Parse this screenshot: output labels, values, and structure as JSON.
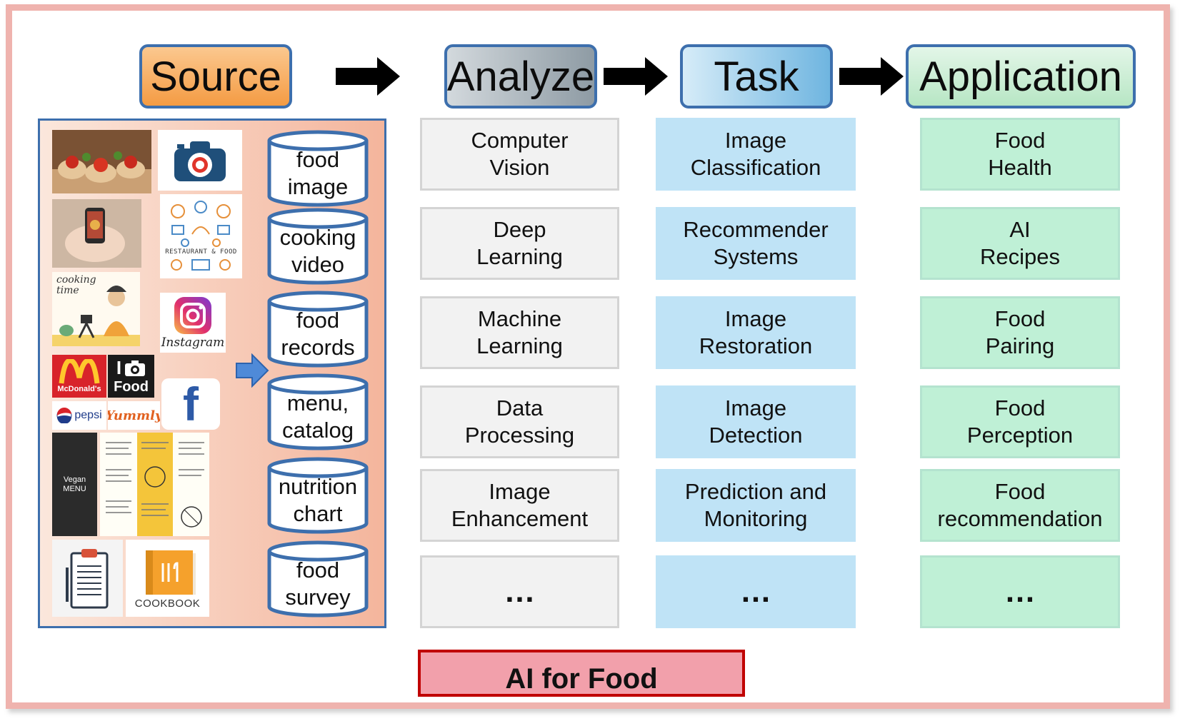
{
  "headers": {
    "source": "Source",
    "analyze": "Analyze",
    "task": "Task",
    "application": "Application"
  },
  "sources": [
    {
      "label": "food\nimage"
    },
    {
      "label": "cooking\nvideo"
    },
    {
      "label": "food\nrecords"
    },
    {
      "label": "menu,\ncatalog"
    },
    {
      "label": "nutrition\nchart"
    },
    {
      "label": "food\nsurvey"
    }
  ],
  "analyze": [
    {
      "label": "Computer\nVision"
    },
    {
      "label": "Deep\nLearning"
    },
    {
      "label": "Machine\nLearning"
    },
    {
      "label": "Data\nProcessing"
    },
    {
      "label": "Image\nEnhancement"
    },
    {
      "label": "…"
    }
  ],
  "task": [
    {
      "label": "Image\nClassification"
    },
    {
      "label": "Recommender\nSystems"
    },
    {
      "label": "Image\nRestoration"
    },
    {
      "label": "Image\nDetection"
    },
    {
      "label": "Prediction and\nMonitoring"
    },
    {
      "label": "…"
    }
  ],
  "application": [
    {
      "label": "Food\nHealth"
    },
    {
      "label": "AI\nRecipes"
    },
    {
      "label": "Food\nPairing"
    },
    {
      "label": "Food\nPerception"
    },
    {
      "label": "Food\nrecommendation"
    },
    {
      "label": "…"
    }
  ],
  "banner": "AI for Food",
  "logos": {
    "restaurant": "RESTAURANT & FOOD",
    "cooking_time": "cooking time",
    "instagram": "Instagram",
    "mcdonalds": "McDonald's",
    "ifood_top": "I",
    "ifood_bottom": "Food",
    "pepsi": "pepsi",
    "yummly": "Yummly",
    "facebook": "f",
    "vegan_menu": "Vegan MENU",
    "cookbook": "COOKBOOK"
  },
  "colors": {
    "frame": "#efb3ae",
    "source_header": "#f6a95a",
    "analyze_header": "#9eaab3",
    "task_header": "#7fbde6",
    "application_header": "#c6ecd2",
    "analyze_cell": "#f2f2f2",
    "task_cell": "#bfe3f6",
    "application_cell": "#bff0d6",
    "banner_fill": "#f2a0ab",
    "banner_border": "#c00000"
  }
}
